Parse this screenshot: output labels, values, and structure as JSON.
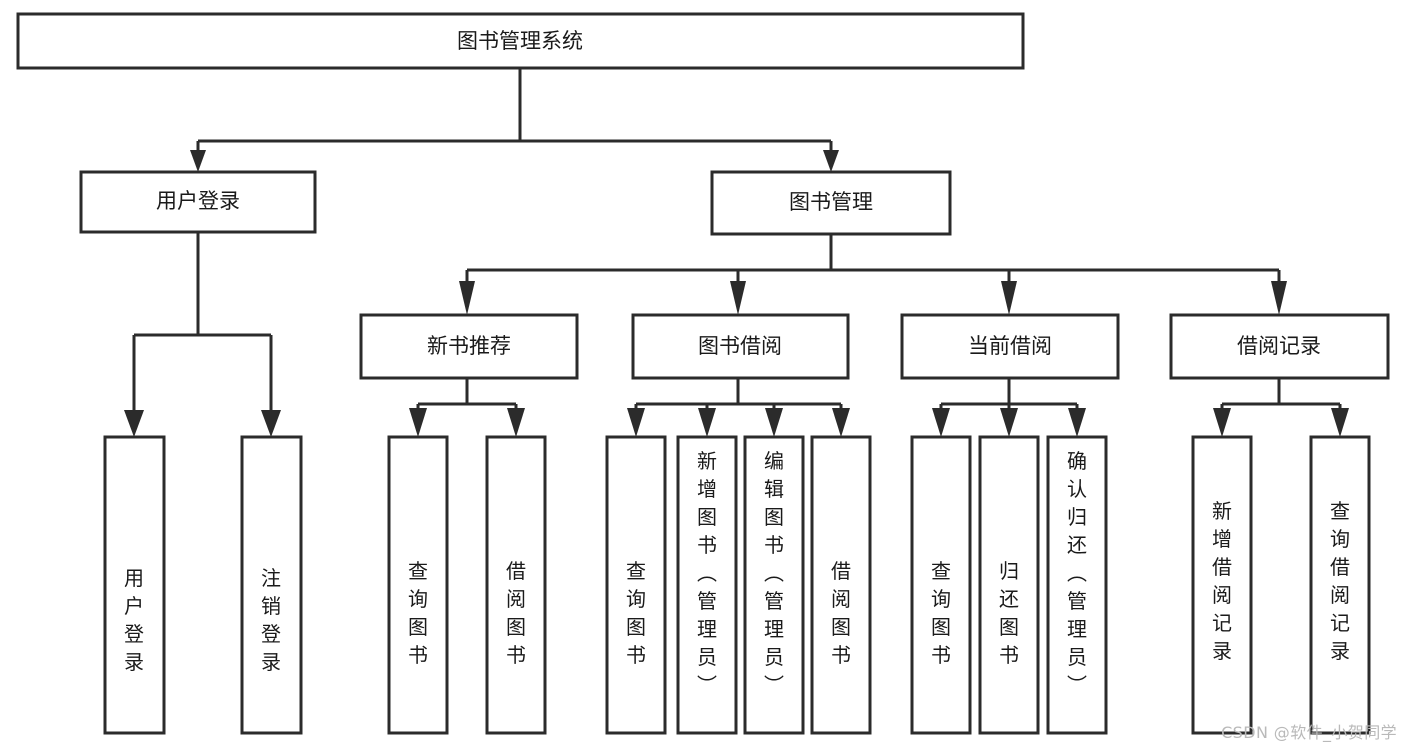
{
  "diagram": {
    "type": "tree-hierarchy",
    "title": "图书管理系统",
    "background_color": "#ffffff",
    "line_color": "#2b2b2b",
    "text_color": "#1a1a1a",
    "root": {
      "label": "图书管理系统"
    },
    "level2": [
      {
        "label": "用户登录"
      },
      {
        "label": "图书管理"
      }
    ],
    "level3": [
      {
        "label": "新书推荐"
      },
      {
        "label": "图书借阅"
      },
      {
        "label": "当前借阅"
      },
      {
        "label": "借阅记录"
      }
    ],
    "leaves": {
      "user_login": [
        {
          "label": "用户登录"
        },
        {
          "label": "注销登录"
        }
      ],
      "new_book_recommend": [
        {
          "label": "查询图书"
        },
        {
          "label": "借阅图书"
        }
      ],
      "book_borrow": [
        {
          "label": "查询图书"
        },
        {
          "label": "新增图书（管理员）"
        },
        {
          "label": "编辑图书（管理员）"
        },
        {
          "label": "借阅图书"
        }
      ],
      "current_borrow": [
        {
          "label": "查询图书"
        },
        {
          "label": "归还图书"
        },
        {
          "label": "确认归还（管理员）"
        }
      ],
      "borrow_record": [
        {
          "label": "新增借阅记录"
        },
        {
          "label": "查询借阅记录"
        }
      ]
    }
  },
  "watermark": {
    "text": "CSDN @软件_小贺同学"
  }
}
